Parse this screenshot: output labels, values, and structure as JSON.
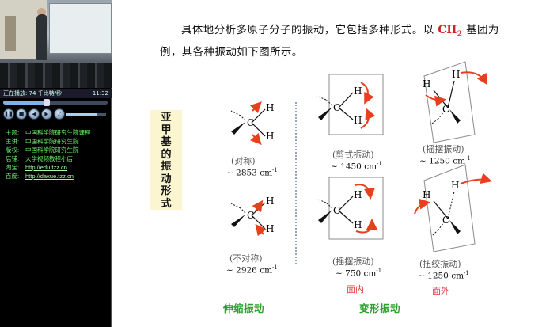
{
  "player": {
    "status_label": "正在播放: 74 千比特/秒",
    "time": "11:32",
    "seek_progress": 0.42,
    "volume_level": 0.78,
    "info": [
      {
        "key": "主题:",
        "value": "中国科学院研究生院课程",
        "link": false
      },
      {
        "key": "主讲:",
        "value": "中国科学院研究生院",
        "link": false
      },
      {
        "key": "版权:",
        "value": "中国科学院研究生院",
        "link": false
      },
      {
        "key": "店铺:",
        "value": "大学视频教程小店",
        "link": false
      },
      {
        "key": "淘宝:",
        "value": "http://edu.tzz.cn",
        "link": true
      },
      {
        "key": "百度:",
        "value": "http://daxue.tzz.cn",
        "link": true
      }
    ]
  },
  "slide": {
    "intro_line1": "具体地分析多原子分子的振动，它包括多种形式。以",
    "ch2_main": "CH",
    "ch2_sub": "2",
    "intro_line1_tail": "基团为",
    "intro_line2": "例，其各种振动如下图所示。",
    "vertical_label": [
      "亚",
      "甲",
      "基",
      "的",
      "振",
      "动",
      "形",
      "式"
    ],
    "atoms": {
      "c": "C",
      "h": "H"
    },
    "modes": [
      {
        "id": "sym-stretch",
        "caption": "(对称)",
        "freq_prefix": "~ 2853 cm",
        "freq_sup": "-1"
      },
      {
        "id": "asym-stretch",
        "caption": "(不对称)",
        "freq_prefix": "~ 2926 cm",
        "freq_sup": "-1"
      },
      {
        "id": "scissor",
        "caption": "(剪式振动)",
        "freq_prefix": "~ 1450 cm",
        "freq_sup": "-1"
      },
      {
        "id": "rock",
        "caption": "(摇摆振动)",
        "freq_prefix": "~ 750 cm",
        "freq_sup": "-1",
        "plane_tag": "面内"
      },
      {
        "id": "wag",
        "caption": "(摇摆振动)",
        "freq_prefix": "~ 1250 cm",
        "freq_sup": "-1"
      },
      {
        "id": "twist",
        "caption": "(扭绞振动)",
        "freq_prefix": "~ 1250 cm",
        "freq_sup": "-1",
        "plane_tag": "面外"
      }
    ],
    "section_stretch": "伸缩振动",
    "section_bend": "变形振动",
    "colors": {
      "arrow": "#e8401f",
      "section": "#2da02d",
      "label_bg": "#fbf6cf",
      "plane_tag": "#e43b3b"
    }
  }
}
